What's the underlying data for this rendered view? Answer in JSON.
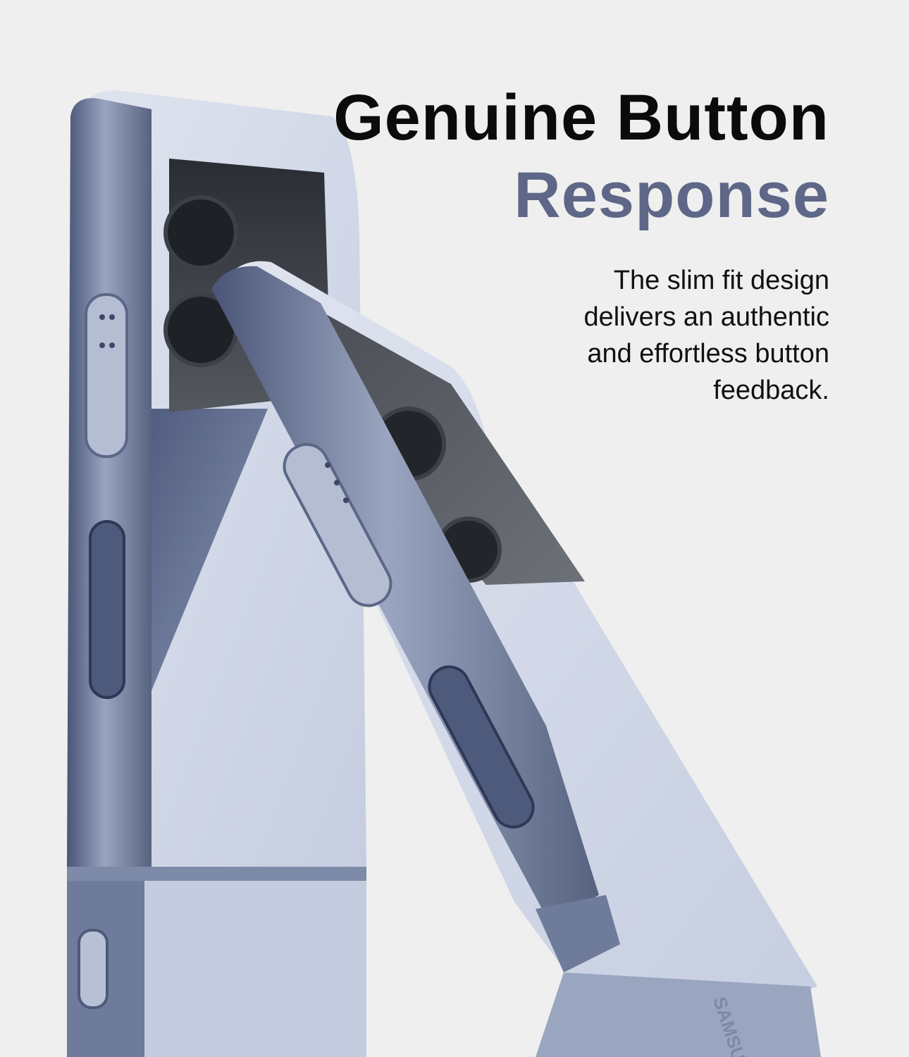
{
  "headline": {
    "line1": "Genuine Button",
    "line2": "Response"
  },
  "description": {
    "lines": [
      "The slim fit design",
      "delivers an authentic",
      "and effortless button",
      "feedback."
    ]
  },
  "brand_engraving": "SAMSUNG",
  "colors": {
    "background": "#efefef",
    "headline_primary": "#0b0b0b",
    "headline_accent": "#5e6787",
    "body_text": "#111111",
    "phone_frame": "#5b6788",
    "phone_panel": "#c9d1e3"
  }
}
